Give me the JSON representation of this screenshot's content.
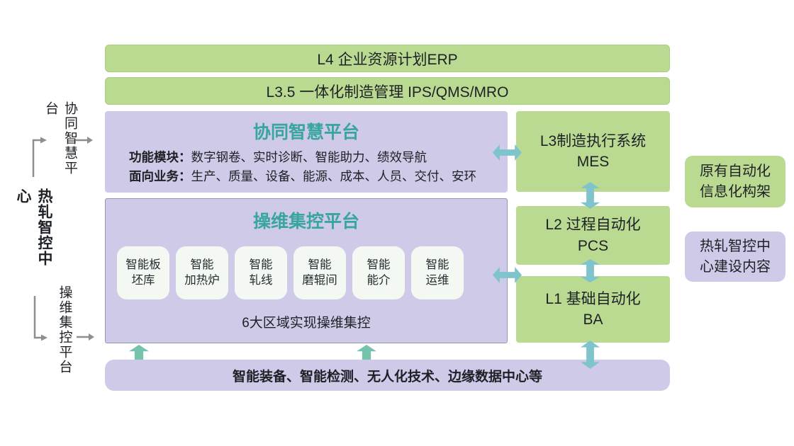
{
  "colors": {
    "green": "#bada92",
    "purple": "#cecae8",
    "module_bg": "#f3f8f2",
    "teal_double_arrow": "#7fc4cd",
    "teal_up_arrow": "#75c3ac",
    "teal_title": "#38a5a0",
    "gray_connector": "#8e8e8e"
  },
  "top_bars": [
    {
      "label": "L4 企业资源计划ERP"
    },
    {
      "label": "L3.5 一体化制造管理 IPS/QMS/MRO"
    }
  ],
  "left_panel": {
    "center_title": "热轧智控中心",
    "top_label": "协同智慧平台",
    "bottom_label": "操维集控平台"
  },
  "collab_platform": {
    "title": "协同智慧平台",
    "rows": [
      {
        "label": "功能模块：",
        "text": "数字钢卷、实时诊断、智能助力、绩效导航"
      },
      {
        "label": "面向业务：",
        "text": "生产、质量、设备、能源、成本、人员、交付、安环"
      }
    ]
  },
  "ops_platform": {
    "title": "操维集控平台",
    "modules": [
      "智能板\n坯库",
      "智能\n加热炉",
      "智能\n轧线",
      "智能\n磨辊间",
      "智能\n能介",
      "智能\n运维"
    ],
    "caption": "6大区域实现操维集控"
  },
  "levels": [
    {
      "line1": "L3制造执行系统",
      "line2": "MES"
    },
    {
      "line1": "L2 过程自动化",
      "line2": "PCS"
    },
    {
      "line1": "L1 基础自动化",
      "line2": "BA"
    }
  ],
  "bottom_bar": {
    "label": "智能装备、智能检测、无人化技术、边缘数据中心等"
  },
  "legend": {
    "existing": "原有自动化\n信息化构架",
    "new_build": "热轧智控中\n心建设内容"
  }
}
